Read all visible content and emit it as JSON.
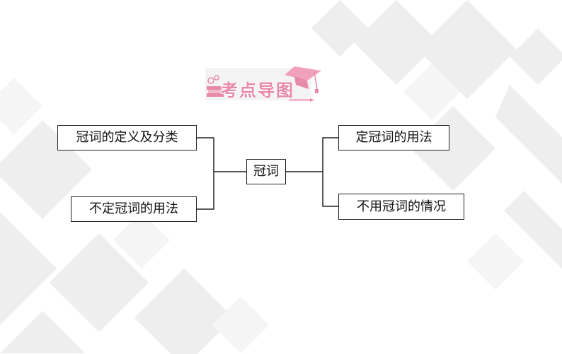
{
  "banner": {
    "title": "考点导图"
  },
  "diagram": {
    "center": "冠词",
    "left": [
      "冠词的定义及分类",
      "不定冠词的用法"
    ],
    "right": [
      "定冠词的用法",
      "不用冠词的情况"
    ]
  },
  "colors": {
    "accent_pink": "#e889a8",
    "line": "#222222",
    "bg_shape": "#ececec"
  }
}
